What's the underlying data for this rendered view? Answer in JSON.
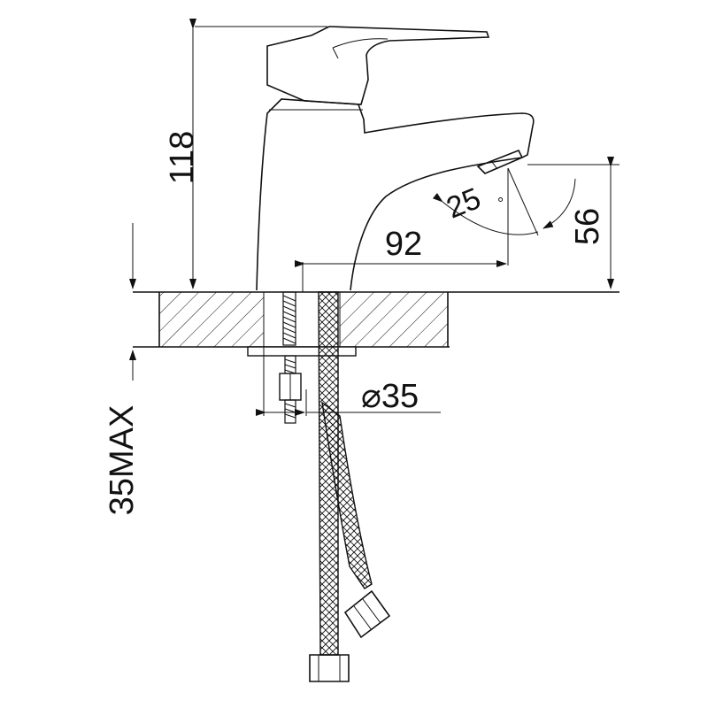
{
  "dimensions": {
    "height": "118",
    "spout_reach": "92",
    "spout_height": "56",
    "angle": "25",
    "angle_unit": "°",
    "hole_diameter_symbol": "⌀",
    "hole_diameter": "35",
    "max_thickness": "35MAX"
  }
}
